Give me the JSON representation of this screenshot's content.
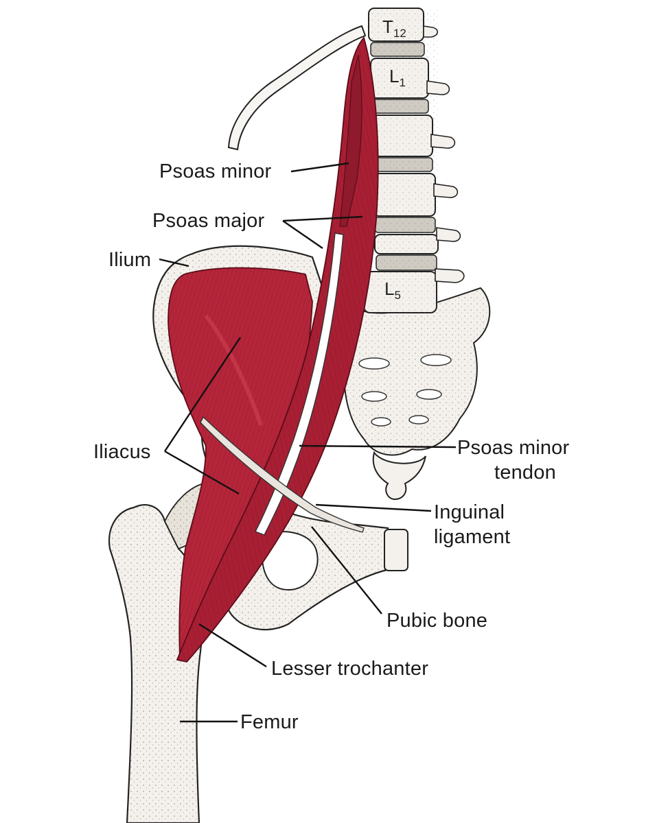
{
  "labels": {
    "psoas_minor": "Psoas minor",
    "psoas_major": "Psoas major",
    "ilium": "Ilium",
    "iliacus": "Iliacus",
    "psoas_minor_tendon_line1": "Psoas minor",
    "psoas_minor_tendon_line2": "tendon",
    "inguinal_ligament_line1": "Inguinal",
    "inguinal_ligament_line2": "ligament",
    "pubic_bone": "Pubic bone",
    "lesser_trochanter": "Lesser trochanter",
    "femur": "Femur"
  },
  "vertebrae": {
    "t12": {
      "letter": "T",
      "sub": "12"
    },
    "l1": {
      "letter": "L",
      "sub": "1"
    },
    "l5": {
      "letter": "L",
      "sub": "5"
    }
  },
  "colors": {
    "muscle": "#b5253a",
    "muscle_dark": "#7a1222",
    "muscle_light": "#d94a5c",
    "bone": "#f4f1ec",
    "ink": "#1a1a1a"
  }
}
